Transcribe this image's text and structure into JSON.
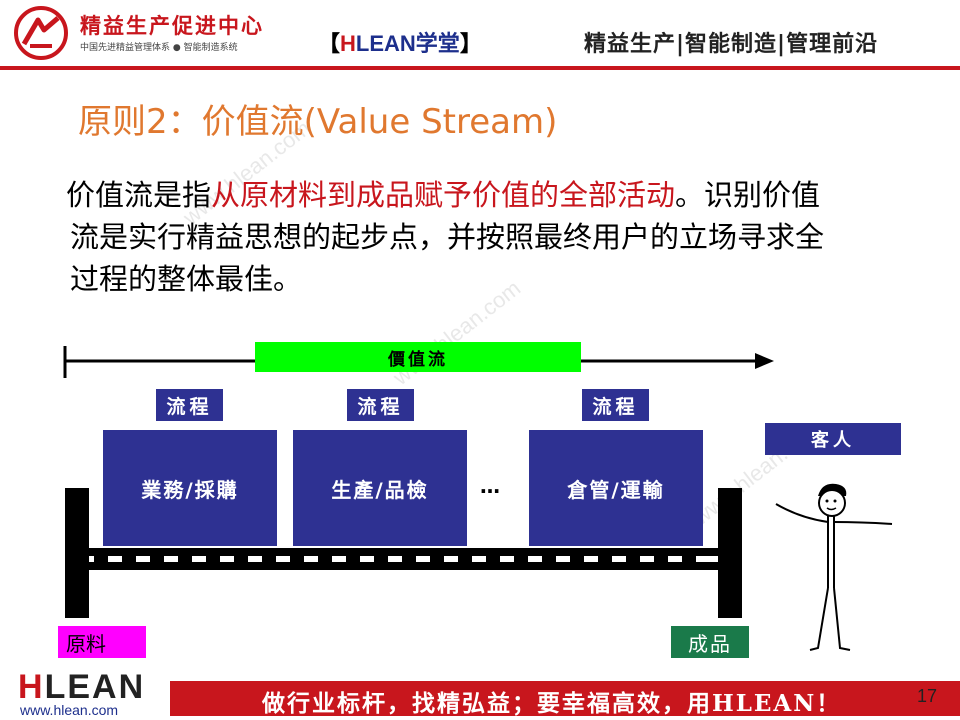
{
  "header": {
    "logo_name": "精益生产促进中心",
    "logo_sub": "中国先进精益管理体系 ● 智能制造系统",
    "center_open": "【",
    "center_h": "H",
    "center_lean": "LEAN",
    "center_xt": "学堂",
    "center_close": "】",
    "right": "精益生产|智能制造|管理前沿"
  },
  "title": "原则2：价值流(Value Stream)",
  "body": {
    "part1": "价值流是指",
    "highlight": "从原材料到成品赋予价值的全部活动",
    "part2": "。识别价值",
    "line2": "流是实行精益思想的起步点，并按照最终用户的立场寻求全",
    "line3": "过程的整体最佳。"
  },
  "watermark": "www.hlean.com",
  "diagram": {
    "value_stream_label": "價值流",
    "process_label": "流程",
    "processes": [
      "業務/採購",
      "生產/品檢",
      "倉管/運輸"
    ],
    "ellipsis": "…",
    "customer_label": "客人",
    "raw_label": "原料",
    "product_label": "成品"
  },
  "footer": {
    "slogan": "做行业标杆，找精弘益；要幸福高效，用HLEAN！",
    "page_number": "17",
    "logo_h": "H",
    "logo_rest": "LEAN",
    "url": "www.hlean.com"
  },
  "colors": {
    "brand_red": "#c8161d",
    "title_orange": "#e0782f",
    "process_blue": "#2e3192",
    "value_stream_green": "#00ff00",
    "raw_magenta": "#ff00ff",
    "product_green": "#1a7a4a"
  }
}
